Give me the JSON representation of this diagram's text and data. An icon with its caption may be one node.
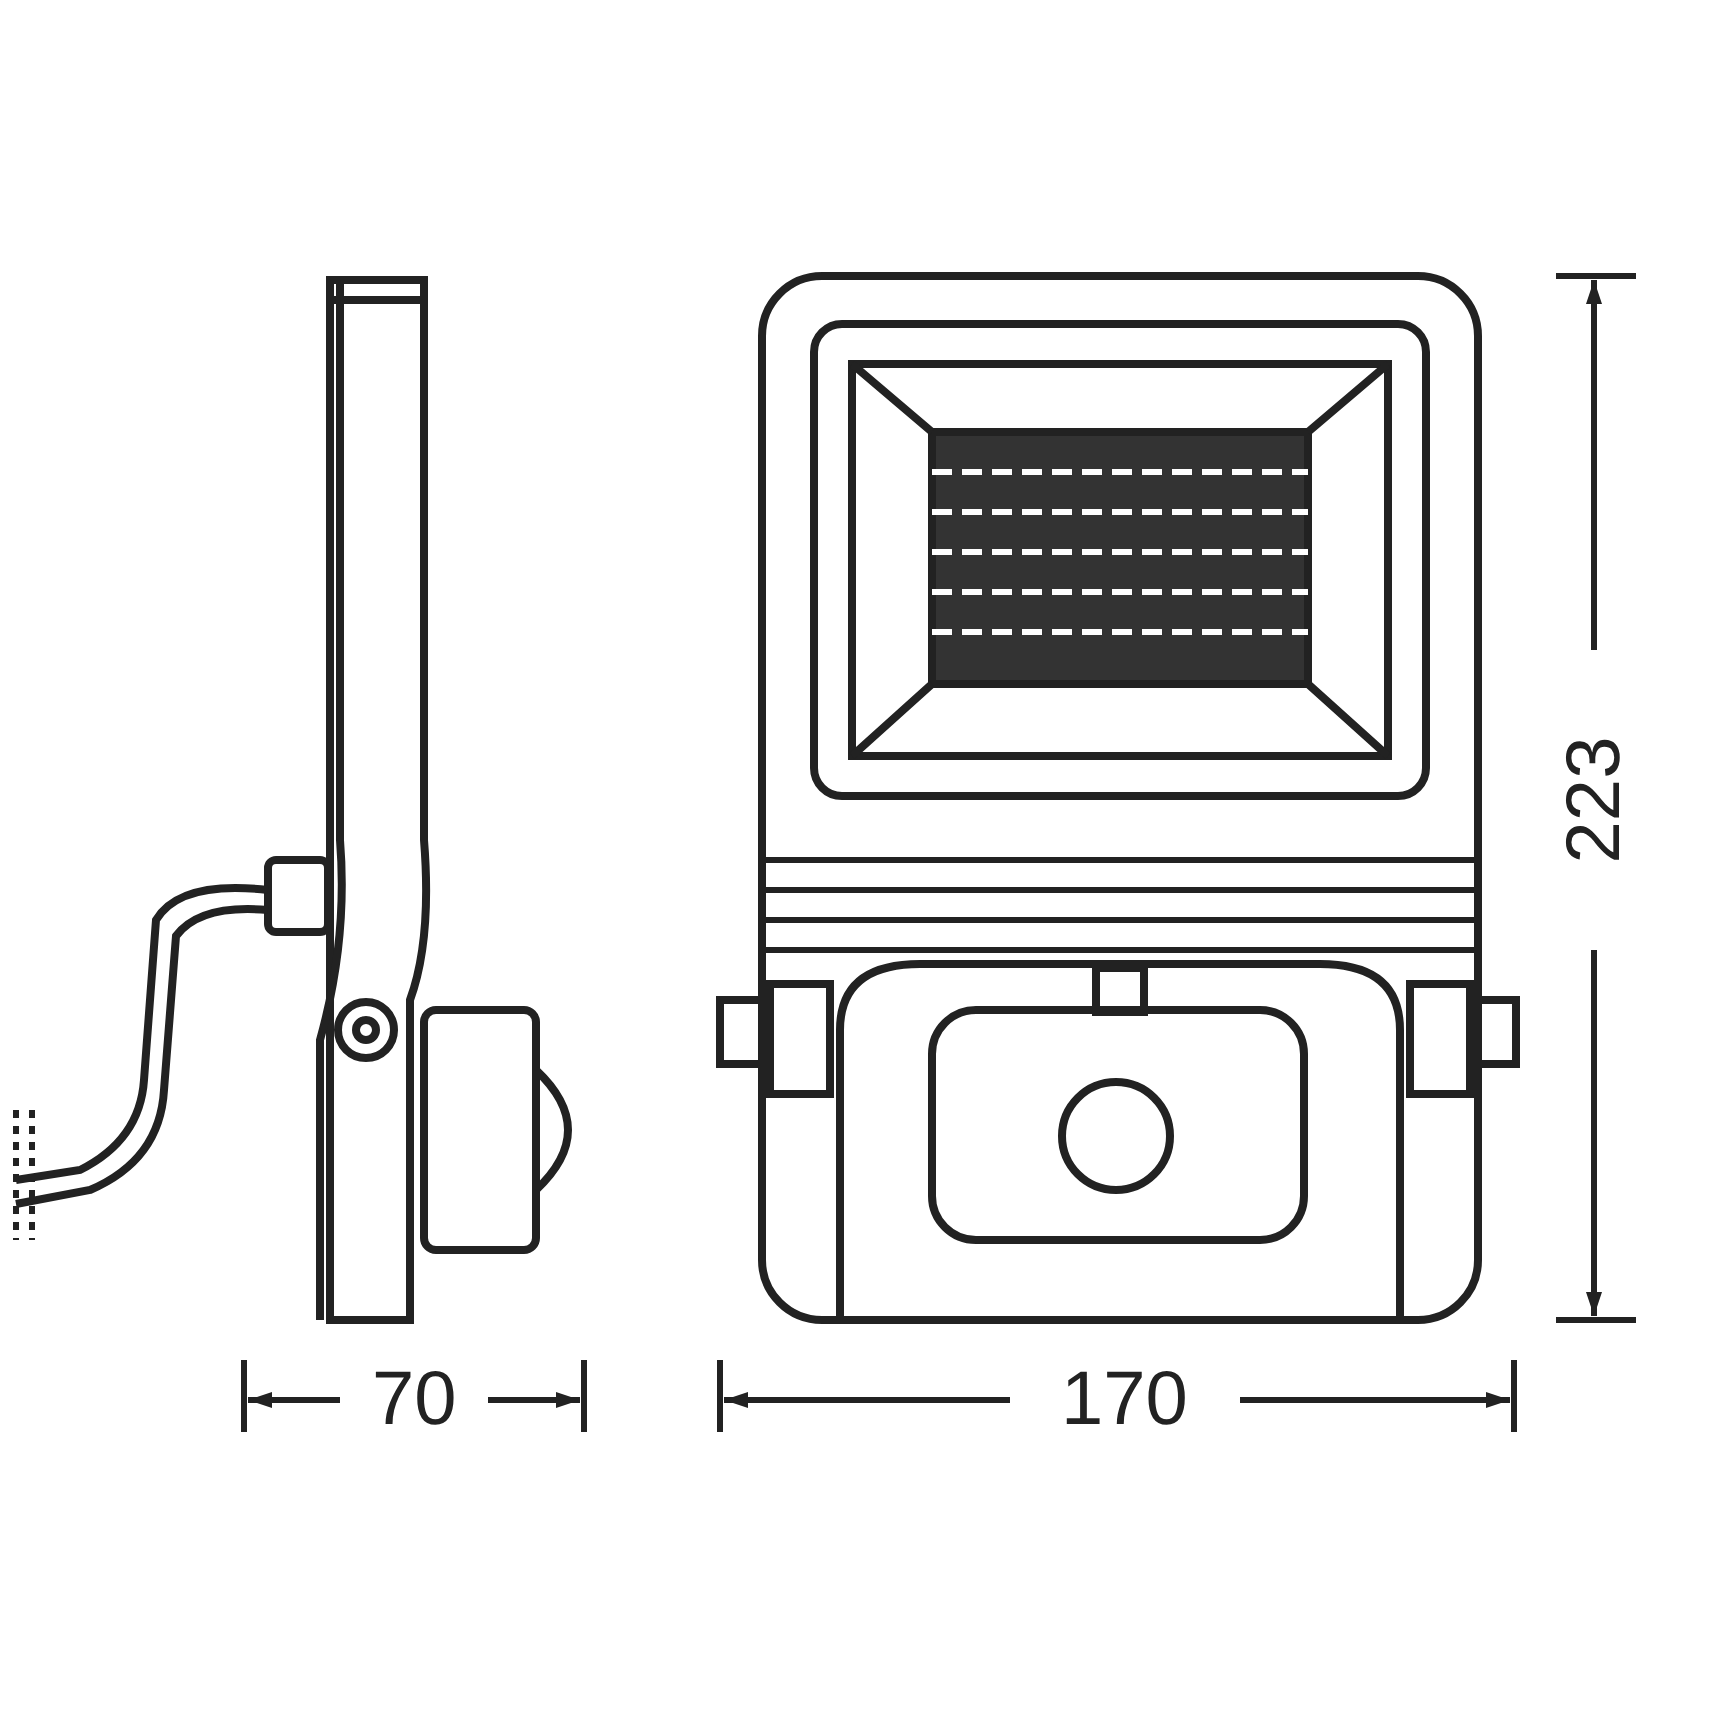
{
  "diagram": {
    "labels": [
      "223",
      "70",
      "170"
    ]
  }
}
